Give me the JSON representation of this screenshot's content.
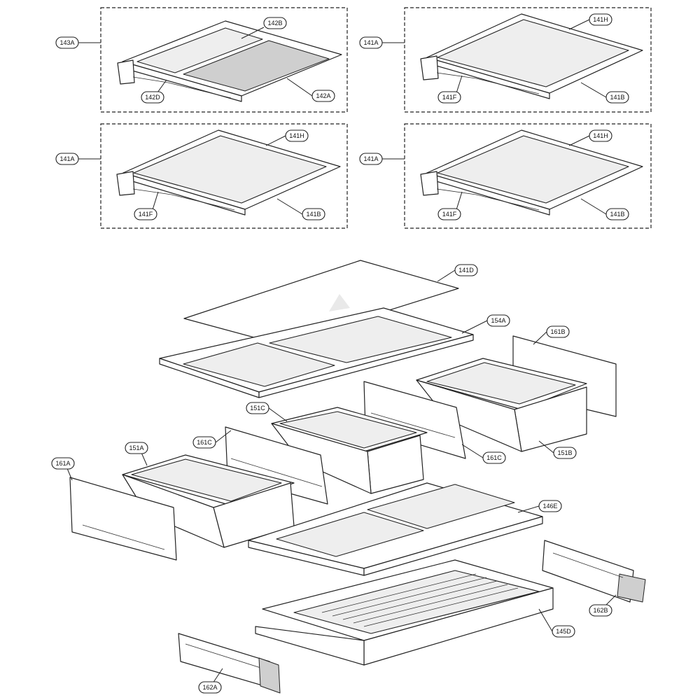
{
  "labels": {
    "a143A": "143A",
    "a142B": "142B",
    "a142D": "142D",
    "a142A": "142A",
    "b141A": "141A",
    "b141H": "141H",
    "b141F": "141F",
    "b141B": "141B",
    "c141A": "141A",
    "c141H": "141H",
    "c141F": "141F",
    "c141B": "141B",
    "d141A": "141A",
    "d141H": "141H",
    "d141F": "141F",
    "d141B": "141B",
    "l141D": "141D",
    "l154A": "154A",
    "l161B": "161B",
    "l151C": "151C",
    "l161C1": "161C",
    "l161C2": "161C",
    "l151B": "151B",
    "l161A": "161A",
    "l151A": "151A",
    "l146E": "146E",
    "l162B": "162B",
    "l145D": "145D",
    "l162A": "162A"
  }
}
